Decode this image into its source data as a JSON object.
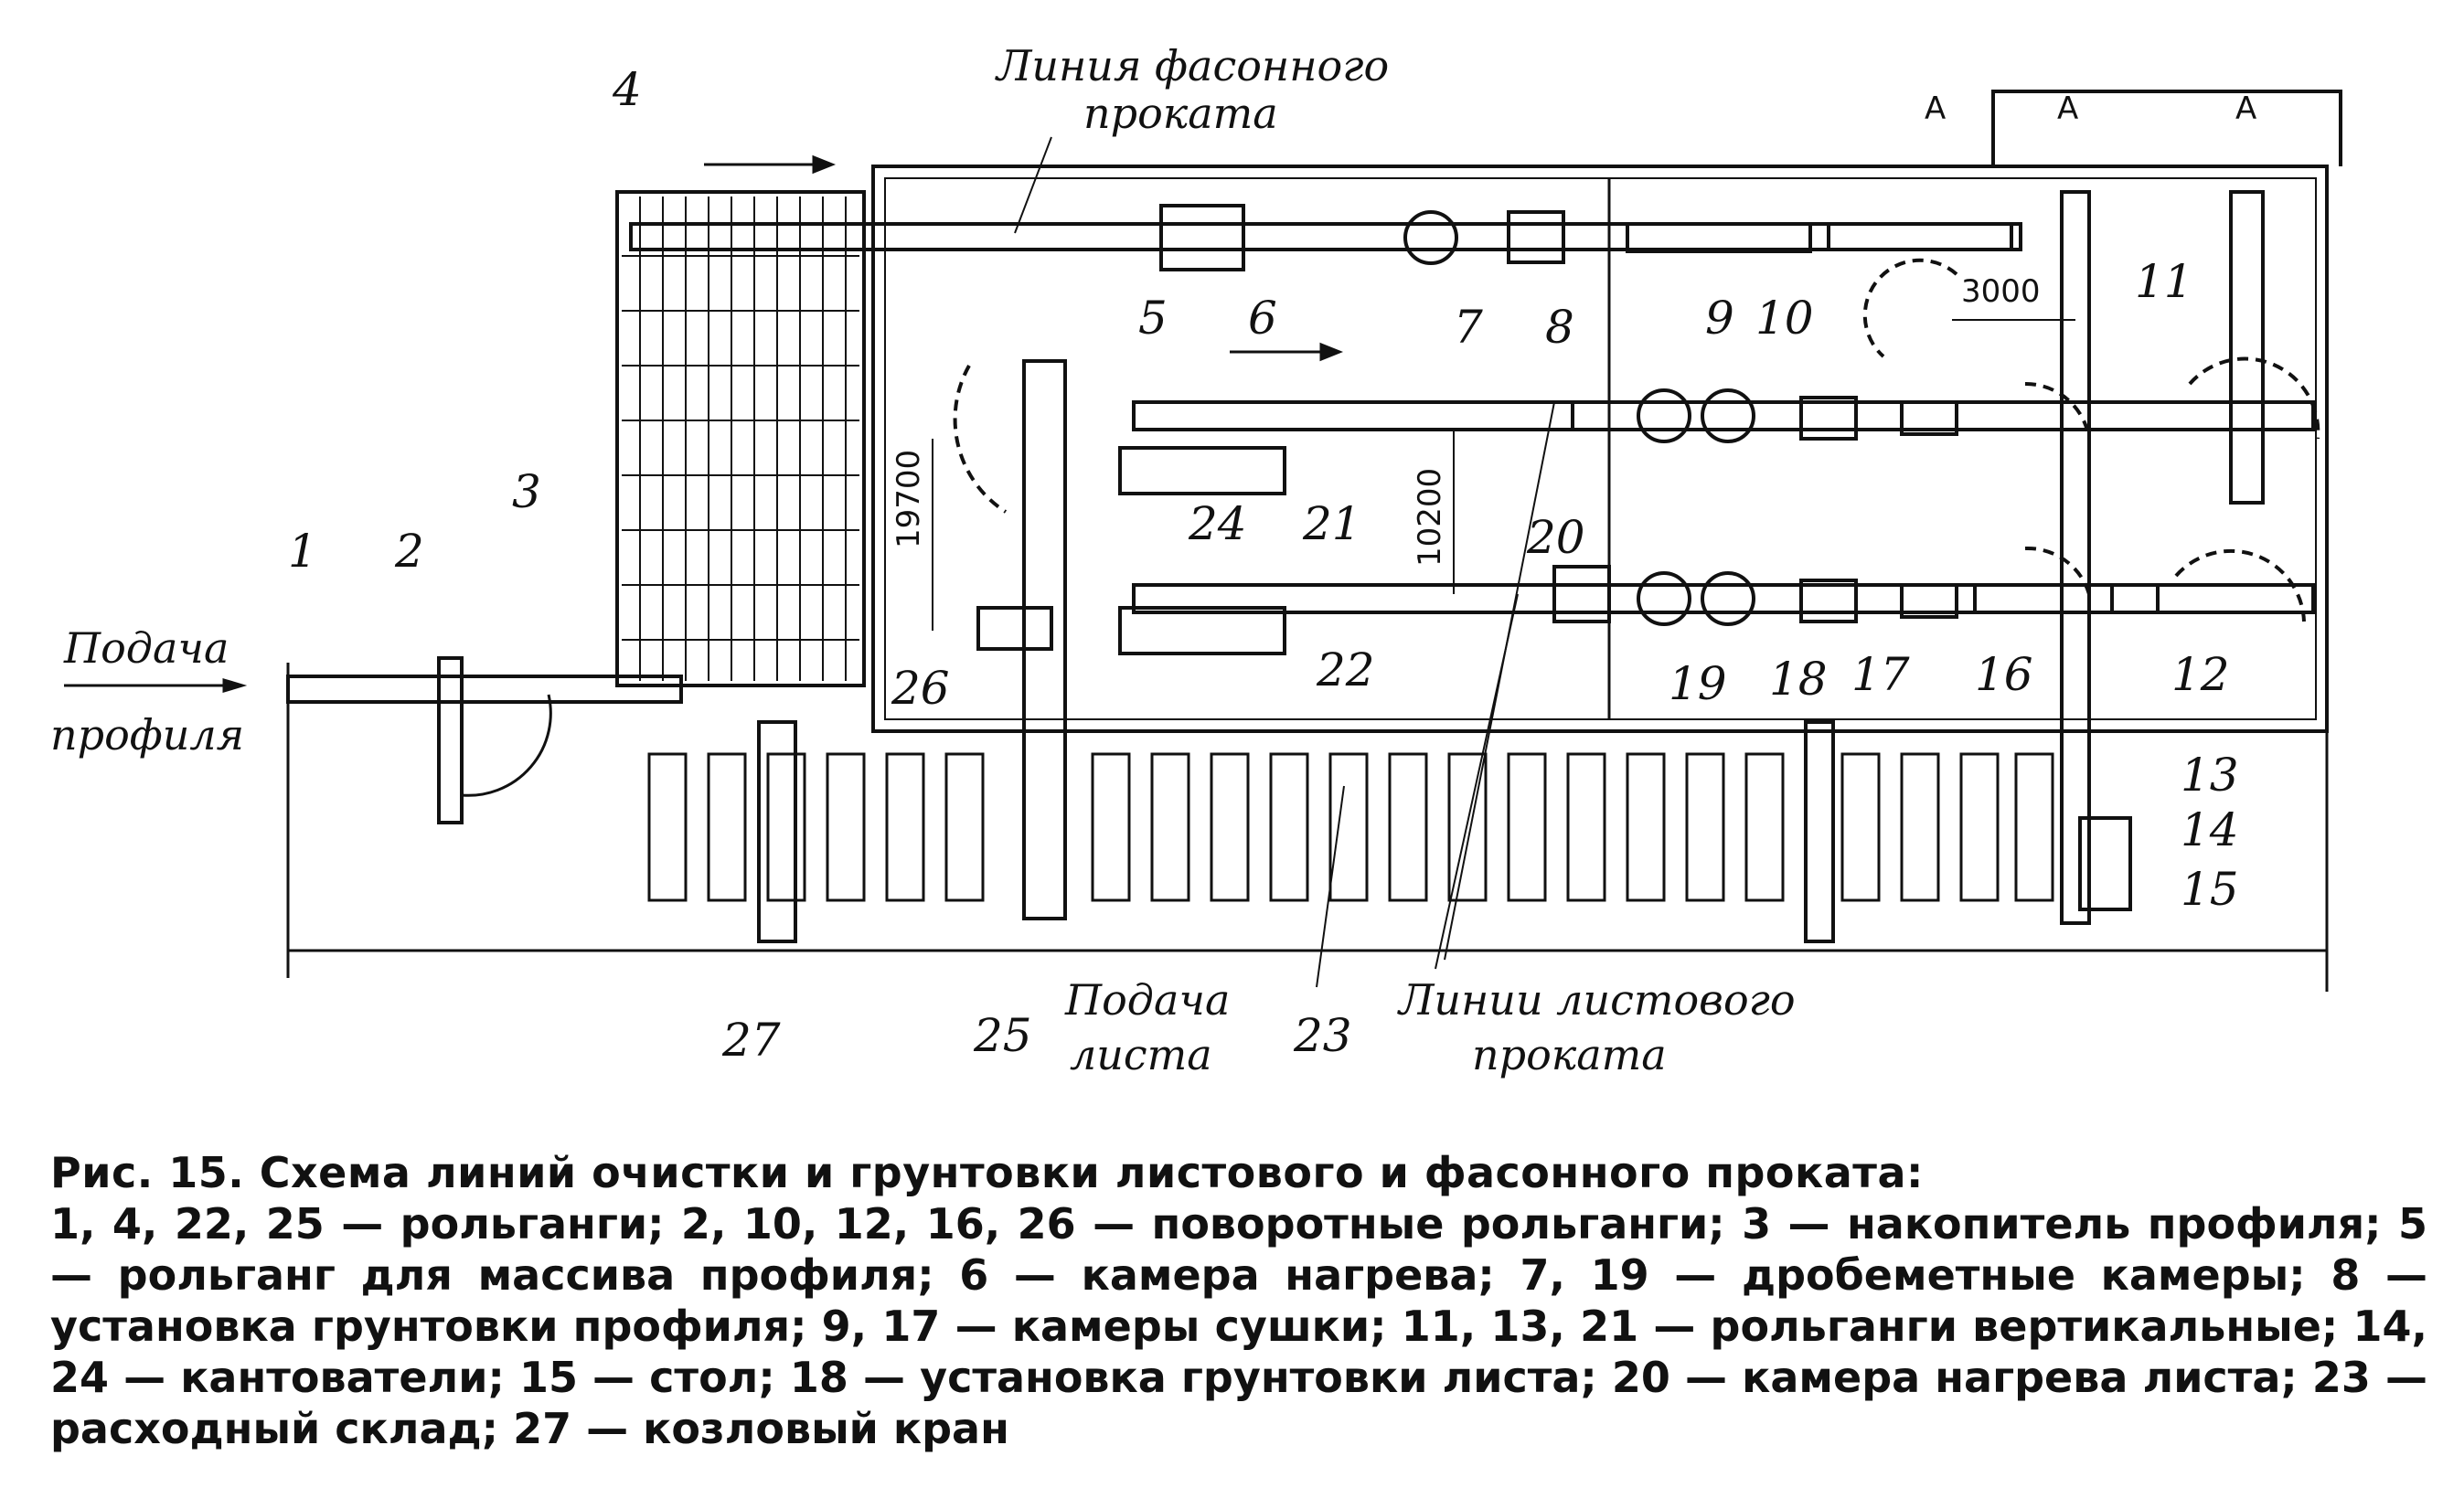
{
  "labels": {
    "line_profile": [
      "Линия фасонного",
      "проката"
    ],
    "feed_profile": [
      "Подача",
      "профиля"
    ],
    "feed_sheet": [
      "Подача",
      "листа"
    ],
    "sheet_lines": [
      "Линии листового",
      "проката"
    ],
    "dim_3000": "3000",
    "dim_19700": "19700",
    "dim_10200": "10200",
    "marks_A": [
      "А",
      "А",
      "А"
    ],
    "numbers": {
      "n1": "1",
      "n2": "2",
      "n3": "3",
      "n4": "4",
      "n5": "5",
      "n6": "6",
      "n7": "7",
      "n8": "8",
      "n9": "9",
      "n10": "10",
      "n11": "11",
      "n12": "12",
      "n13": "13",
      "n14": "14",
      "n15": "15",
      "n16": "16",
      "n17": "17",
      "n18": "18",
      "n19": "19",
      "n20": "20",
      "n21": "21",
      "n22": "22",
      "n23": "23",
      "n24": "24",
      "n25": "25",
      "n26": "26",
      "n27": "27"
    }
  },
  "caption": {
    "title": "Рис. 15. Схема линий очистки и грунтовки листового и фасонного проката:",
    "body": "1, 4, 22, 25 — рольганги; 2, 10, 12, 16, 26 — поворотные рольганги; 3 — накопитель профиля; 5 — рольганг для массива профиля; 6 — камера нагрева; 7, 19 — дробеметные камеры; 8 — установка грунтовки профиля; 9, 17 — камеры сушки; 11, 13, 21 — рольганги вертикальные; 14, 24 — кантователи; 15 — стол; 18 — установка грунтовки листа; 20 — камера нагрева листа; 23 — расходный склад; 27 — козловый кран"
  }
}
